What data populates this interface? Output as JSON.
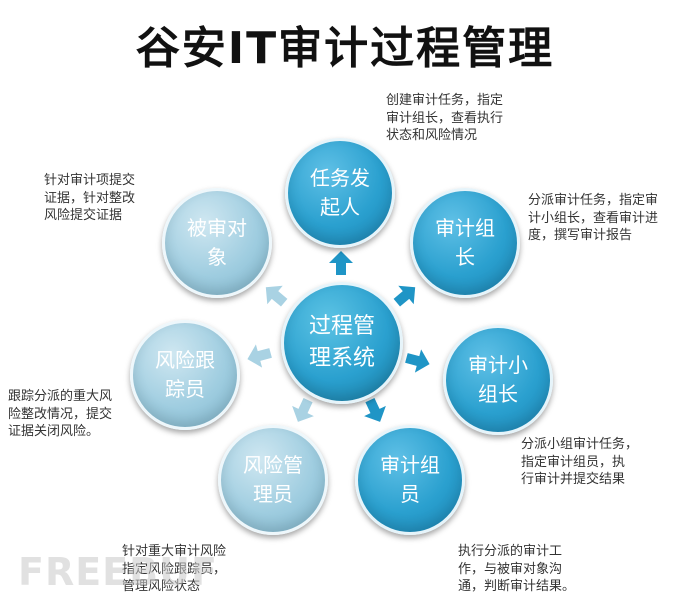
{
  "title": "谷安IT审计过程管理",
  "watermark": "FREEBUF",
  "colors": {
    "node_blue": "#2aa0cf",
    "node_pale": "#9fcde0",
    "arrow_blue": "#1f95c6",
    "arrow_pale": "#a9d2e3"
  },
  "center": {
    "label": "过程管\n理系统"
  },
  "nodes": [
    {
      "id": "initiator",
      "label": "任务发\n起人",
      "desc": "创建审计任务，指定\n审计组长，查看执行\n状态和风险情况"
    },
    {
      "id": "leader",
      "label": "审计组\n长",
      "desc": "分派审计任务，指定审\n计小组长，查看审计进\n度，撰写审计报告"
    },
    {
      "id": "group_leader",
      "label": "审计小\n组长",
      "desc": "分派小组审计任务，\n指定审计组员，执\n行审计并提交结果"
    },
    {
      "id": "member",
      "label": "审计组\n员",
      "desc": "执行分派的审计工\n作，与被审对象沟\n通，判断审计结果。"
    },
    {
      "id": "risk_manager",
      "label": "风险管\n理员",
      "desc": "针对重大审计风险\n指定风险跟踪员，\n管理风险状态"
    },
    {
      "id": "risk_tracker",
      "label": "风险跟\n踪员",
      "desc": "跟踪分派的重大风\n险整改情况，提交\n证据关闭风险。"
    },
    {
      "id": "auditee",
      "label": "被审对\n象",
      "desc": "针对审计项提交\n证据，针对整改\n风险提交证据"
    }
  ]
}
